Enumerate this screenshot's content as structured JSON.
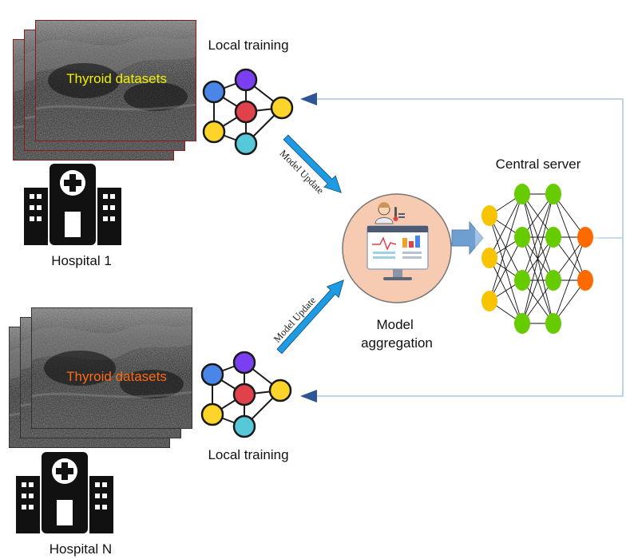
{
  "labels": {
    "local_training_top": "Local training",
    "local_training_bottom": "Local training",
    "hospital_1": "Hospital 1",
    "hospital_n": "Hospital N",
    "thyroid_top": "Thyroid datasets",
    "thyroid_bottom": "Thyroid datasets",
    "model_update_top": "Model Update",
    "model_update_bottom": "Model Update",
    "model_aggregation_line1": "Model",
    "model_aggregation_line2": "aggregation",
    "central_server": "Central server"
  },
  "colors": {
    "thyroid_top_text": "#f0f000",
    "thyroid_bottom_text": "#ff6a13",
    "update_arrow": "#1e9be3",
    "return_arrow": "#2f5597",
    "return_line": "#a9c4e0",
    "aggregation_circle": "#f6cbb1",
    "server_input_node": "#f8c400",
    "server_hidden_node": "#66cc00",
    "server_output_node": "#ff6a00",
    "local_node_blue": "#4a86e8",
    "local_node_purple": "#7b3ff2",
    "local_node_red": "#e0424b",
    "local_node_yellow": "#ffd42a",
    "local_node_cyan": "#57c8d8"
  },
  "icons": {
    "hospital": "hospital-building-icon",
    "aggregation": "monitor-doctor-icon",
    "local_model": "local-neural-net-icon",
    "server_model": "central-neural-net-icon"
  }
}
